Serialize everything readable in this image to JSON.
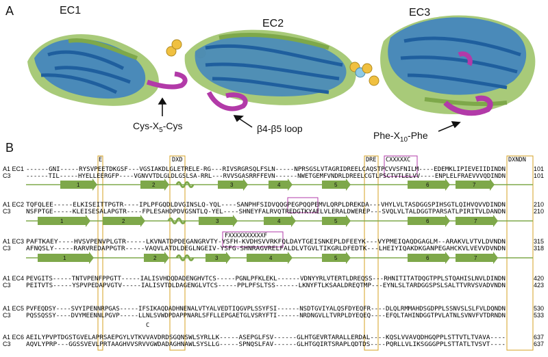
{
  "panels": {
    "a": "A",
    "b": "B"
  },
  "structure": {
    "domains": [
      "EC1",
      "EC2",
      "EC3"
    ],
    "annotations": {
      "cys": "Cys-X",
      "cys_sub": "5",
      "cys_tail": "-Cys",
      "loop": "β4-β5 loop",
      "phe": "Phe-X",
      "phe_sub": "10",
      "phe_tail": "-Phe"
    },
    "colors": {
      "protein_a": "#3a7fc4",
      "protein_b": "#9ec46a",
      "highlight": "#b23aa8",
      "calcium": "#f0c040"
    }
  },
  "alignment": {
    "motifs": {
      "e": "E",
      "dxd": "DXD",
      "dre": "DRE",
      "cys_motif": "CXXXXXC",
      "dxndn": "DXNDN",
      "phe_motif": "FXXXXXXXXXXF",
      "c_mark": "C"
    },
    "blocks": [
      {
        "rows": [
          {
            "name": "A1 EC1",
            "seq": "------GNI-----RYSVPEETDKGSF---VGSIAKDLGLETRELE-RG---RIVSRGRSQLFSLN-----NPRSGSLVTAGRIDREELCAQSTPCVVSFNILM----EDEMKLIPIEVEIIDINDN",
            "end": "101"
          },
          {
            "name": "C3",
            "seq": "------TIL-----HYELLEERGFP----VGNVVTDLGLDLGSLSA-RRL---RVVSGASRRFFEVN------NWETGEMFVNDRLDREELCGTLPSCTVTLELVV----ENPLELFRAEVVVQDINDN",
            "end": "101"
          }
        ],
        "strands": [
          "1",
          "2",
          "3",
          "4",
          "5",
          "6",
          "7"
        ]
      },
      {
        "rows": [
          {
            "name": "A1 EC2",
            "seq": "TQFQLEE-----ELKISEITTPGTR----IPLPFGQDLDVGINSLQ-YQL----SANPHFSIDVQQGPEGPQQPEMVLQRPLDREKDA---VHYLVLTASDGGSPIHSGTLQIHVQVVDINDN",
            "end": "210"
          },
          {
            "name": "C3",
            "seq": "NSFPTGE-----KLEISESALAPGTR----FPLESAHDPDVGSNTLQ-YEL----SHNEYFALRVQTREDGTKYAELVLERALDWEREP---SVQLVLTALDGGTPARSATLPIRITVLDANDN",
            "end": "210"
          }
        ],
        "strands": [
          "1",
          "2",
          "3",
          "4",
          "5",
          "6",
          "7"
        ]
      },
      {
        "rows": [
          {
            "name": "A1 EC3",
            "seq": "PAFTKAEY----HVSVPENVPLGTR-----LKVNATDPDEGANGRVTY-YSFH-KVDHSVVRKFQLDAYTGEISNKEPLDFEEYK---VYPMEIQAQDGAGLM--ARAKVLVTVLDVNDN",
            "end": "315"
          },
          {
            "name": "C3",
            "seq": "AFNQSLY-----RARVREDAPPGTR-----VAQVLATDLDEGLNGEIV-YSFG-SHNRAGVRELFALDLVTGVLTIKGRLDFEDTK---LHEIYIQAKDKGANPEGAHCKVLVEVVDVNDN",
            "end": "318"
          }
        ],
        "strands": [
          "1",
          "2",
          "3",
          "4",
          "5",
          "6",
          "7"
        ]
      },
      {
        "rows": [
          {
            "name": "A1 EC4",
            "seq": "PEVGITS-----TNTVPENFPPGTT-----IALISVHDQDADENGHVTCS-----PGNLPFKLEKL------VDNYYRLVTERTLDREQSS---RHNITITATDQGTPPLSTQAHISLNVLDINDN",
            "end": "420"
          },
          {
            "name": "C3",
            "seq": "PEITVTS-----YSPVPEDAPVGTV-----IALISVTDLDAGENGLVTCS-----PPLPFSLTSS------LKNYFTLKSAALDREQTMP---EYNLSLTARDGGSPSLSALTTVRVSVADVNDN",
            "end": "423"
          }
        ]
      },
      {
        "rows": [
          {
            "name": "A1 EC5",
            "seq": "PVFEQDSY----SVYIPENNRPGAS-----IFSIKAQDADHNENALVTYALVEDTIQGVPLSSYFSI------NSDTGVIYALQSFDYEQFR----DLQLRMMAHDSGDPPLSSNVSLSLFVLDQNDN",
            "end": "530"
          },
          {
            "name": "C3",
            "seq": "PQSSQSSY----DVYMEENNLPGVP-----LLNLSVWDPDAPPNARLSFFLLEPGAETGLVSRYFTI------NRDNGVLLTVRPLDYEQEQ----EFQLTAHINDGGTPVLATNLSVNVFVTDRNDN",
            "end": "533"
          }
        ],
        "c_mark": true
      },
      {
        "rows": [
          {
            "name": "A1 EC6",
            "seq": "AEILYPVPTDGSTGVELAPRSAEPGYLVTKVVAVDRDSGQNSWLSYRLLK-----ASEPGLFSV------GLHTGEVRTARALLERDAL----KQSLVVAVQDHGQPPLSTTVTLTVAVA----",
            "end": "637"
          },
          {
            "name": "C3",
            "seq": "AQVLYPRP---GGSSVEVLPRTAAGHVVSRVVGWDADAGHNAWLSYSLLG-----SPNQSLFAV------GLHTGQIRTSRAPLQDTDS----PQRLLVLIKSGGGPPLSTTATLTVSVT----",
            "end": "637"
          }
        ]
      }
    ]
  }
}
